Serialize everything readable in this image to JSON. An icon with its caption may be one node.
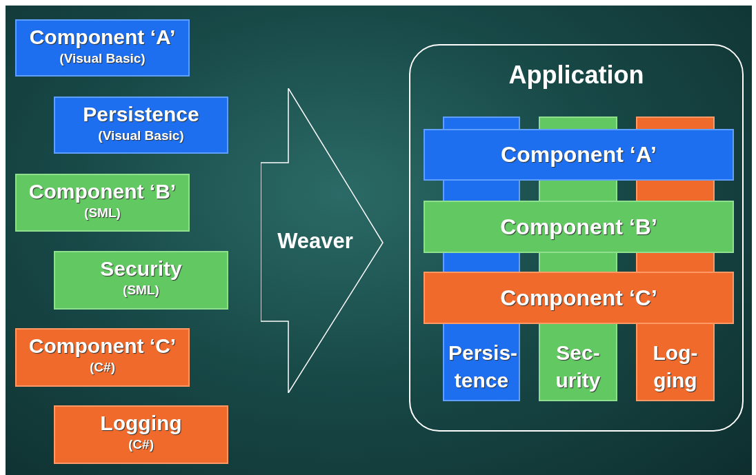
{
  "diagram": {
    "nodes": [
      {
        "text": [
          "Component ‘A’",
          "(Visual Basic)"
        ]
      },
      {
        "text": [
          "Persistence",
          "(Visual Basic)"
        ]
      },
      {
        "text": [
          "Component ‘B’",
          "(SML)"
        ]
      },
      {
        "text": [
          "Security",
          "(SML)"
        ]
      },
      {
        "text": [
          "Component ‘C’",
          "(C#)"
        ]
      },
      {
        "text": [
          "Logging",
          "(C#)"
        ]
      },
      {
        "text": [
          "Weaver"
        ]
      },
      {
        "text": [
          "Application"
        ]
      },
      {
        "text": [
          "Component ‘A’"
        ],
        "in": 7
      },
      {
        "text": [
          "Component ‘B’"
        ],
        "in": 7
      },
      {
        "text": [
          "Component ‘C’"
        ],
        "in": 7
      },
      {
        "text": [
          "Persis- tence"
        ],
        "in": 7
      },
      {
        "text": [
          "Sec- urity"
        ],
        "in": 7
      },
      {
        "text": [
          "Log- ging"
        ],
        "in": 7
      },
      {
        "text": [],
        "shape": "bar",
        "in": 7
      },
      {
        "text": [],
        "shape": "bar",
        "in": 7
      },
      {
        "text": [],
        "shape": "bar",
        "in": 7
      },
      {
        "text": [],
        "shape": "bar",
        "in": 7
      },
      {
        "text": [],
        "shape": "bar",
        "in": 7
      },
      {
        "text": [],
        "shape": "bar",
        "in": 7
      },
      {
        "text": [],
        "shape": "bar",
        "in": 7
      },
      {
        "text": [],
        "shape": "bar",
        "in": 7
      },
      {
        "text": [],
        "shape": "bar",
        "in": 7
      }
    ],
    "edges": []
  }
}
